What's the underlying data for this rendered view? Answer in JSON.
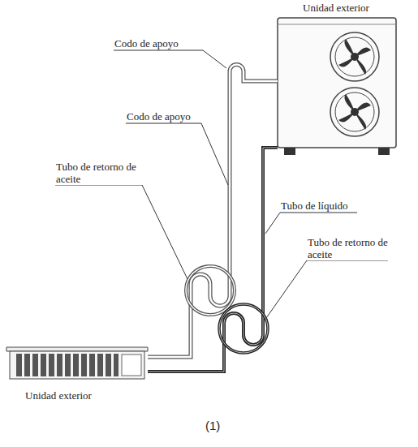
{
  "diagram": {
    "caption": "(1)",
    "labels": [
      "Unidad exterior",
      "Codo de apoyo",
      "Codo de apoyo",
      "Tubo de retorno de aceite",
      "Tubo de líquido",
      "Tubo de retorno de aceite",
      "Unidad exterior"
    ]
  }
}
